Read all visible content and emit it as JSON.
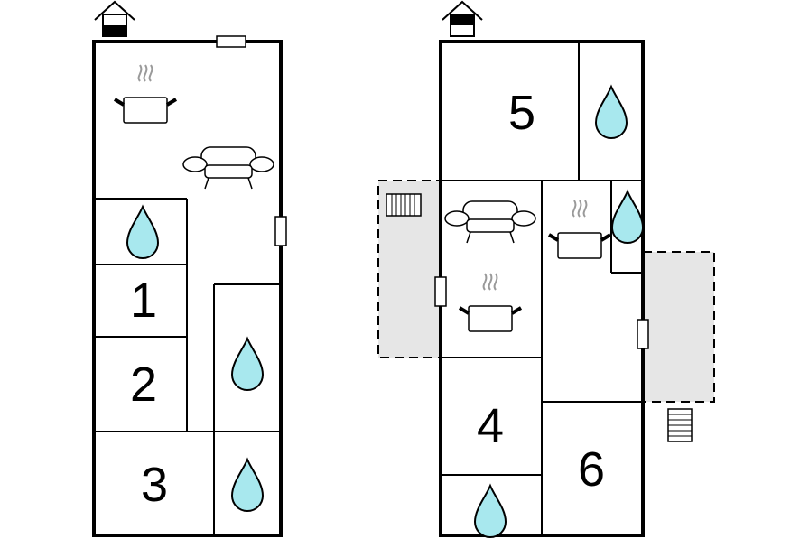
{
  "colors": {
    "water_drop": "#a8e8ee",
    "terrace": "#e6e6e6",
    "wall": "#000000"
  },
  "floors": [
    {
      "level_icon": "house-ground-floor-icon",
      "rooms": {
        "r1": "1",
        "r2": "2",
        "r3": "3"
      },
      "icons": [
        "kitchen-pot-icon",
        "sofa-icon",
        "bathroom-drop-icon",
        "bathroom-drop-icon",
        "bathroom-drop-icon"
      ]
    },
    {
      "level_icon": "house-upper-floor-icon",
      "rooms": {
        "r4": "4",
        "r5": "5",
        "r6": "6"
      },
      "icons": [
        "sofa-icon",
        "kitchen-pot-icon",
        "kitchen-pot-icon",
        "bathroom-drop-icon",
        "bathroom-drop-icon",
        "bathroom-drop-icon",
        "radiator-icon",
        "stairs-icon"
      ]
    }
  ]
}
